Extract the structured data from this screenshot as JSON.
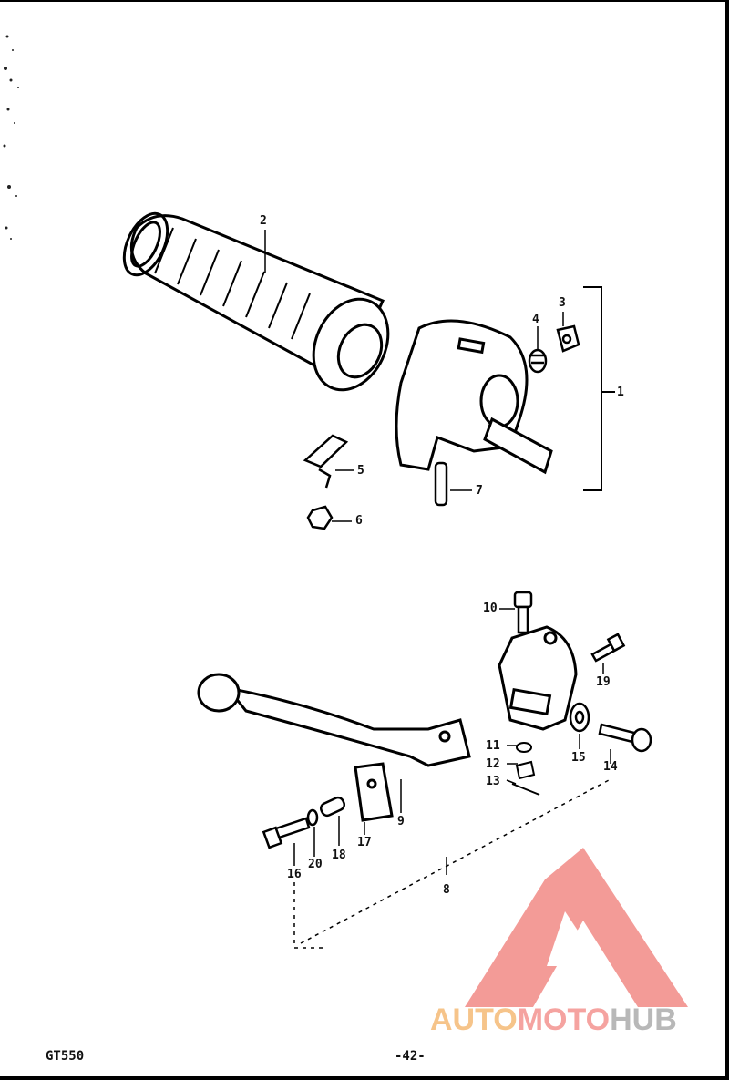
{
  "callouts": {
    "c1": "1",
    "c2": "2",
    "c3": "3",
    "c4": "4",
    "c5": "5",
    "c6": "6",
    "c7": "7",
    "c8": "8",
    "c9": "9",
    "c10": "10",
    "c11": "11",
    "c12": "12",
    "c13": "13",
    "c14": "14",
    "c15": "15",
    "c16": "16",
    "c17": "17",
    "c18": "18",
    "c19": "19",
    "c20": "20"
  },
  "footer": {
    "model": "GT550",
    "page": "-42-"
  },
  "watermark": {
    "part_a": "AUTO",
    "part_b": "MOTO",
    "part_c": "HUB",
    "colors": {
      "auto": "#f6c48a",
      "moto": "#f5a3a0",
      "hub": "#b8b8b8",
      "logo": "#f28a86"
    }
  },
  "icons": [
    "throttle-grip-icon",
    "switch-housing-icon",
    "clutch-lever-icon",
    "lever-bracket-icon",
    "bolt-icon",
    "nut-icon",
    "logo-icon"
  ]
}
